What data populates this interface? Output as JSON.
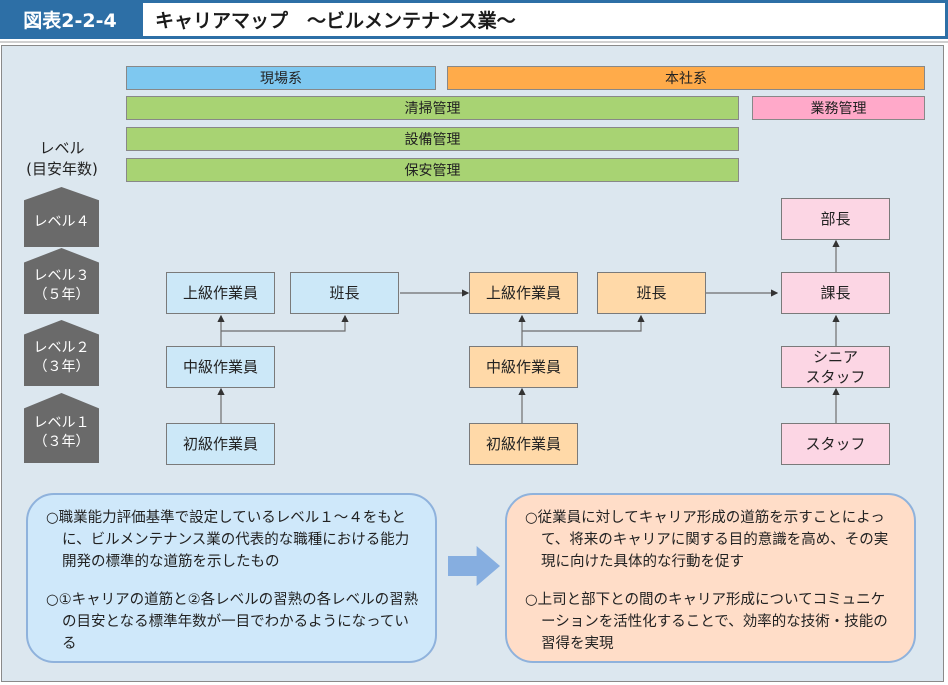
{
  "header": {
    "figure_number": "図表2-2-4",
    "title": "キャリアマップ　～ビルメンテナンス業～",
    "colors": {
      "header_bg": "#2d6fa6"
    }
  },
  "categories": {
    "genba": "現場系",
    "honsha": "本社系",
    "seisou": "清掃管理",
    "setsubi": "設備管理",
    "hoan": "保安管理",
    "gyomu": "業務管理"
  },
  "levels": {
    "heading_line1": "レベル",
    "heading_line2": "(目安年数)",
    "items": [
      {
        "name": "レベル４",
        "years": ""
      },
      {
        "name": "レベル３",
        "years": "（５年）"
      },
      {
        "name": "レベル２",
        "years": "（３年）"
      },
      {
        "name": "レベル１",
        "years": "（３年）"
      }
    ]
  },
  "columns": {
    "genba": {
      "level3_a": "上級作業員",
      "level3_b": "班長",
      "level2": "中級作業員",
      "level1": "初級作業員"
    },
    "honsha_field": {
      "level3_a": "上級作業員",
      "level3_b": "班長",
      "level2": "中級作業員",
      "level1": "初級作業員"
    },
    "office": {
      "level4": "部長",
      "level3": "課長",
      "level2_line1": "シニア",
      "level2_line2": "スタッフ",
      "level1": "スタッフ"
    }
  },
  "notes": {
    "left": [
      "○職業能力評価基準で設定しているレベル１～４をもとに、ビルメンテナンス業の代表的な職種における能力開発の標準的な道筋を示したもの",
      "○①キャリアの道筋と②各レベルの習熟の各レベルの習熟の目安となる標準年数が一目でわかるようになっている"
    ],
    "right": [
      "○従業員に対してキャリア形成の道筋を示すことによって、将来のキャリアに関する目的意識を高め、その実現に向けた具体的な行動を促す",
      "○上司と部下との間のキャリア形成についてコミュニケーションを活性化することで、効率的な技術・技能の習得を実現"
    ]
  }
}
